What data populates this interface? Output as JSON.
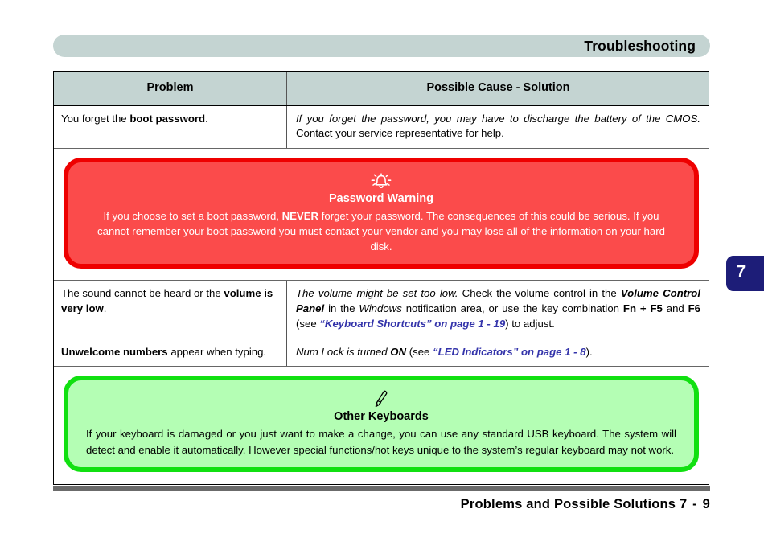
{
  "page": {
    "header_title": "Troubleshooting",
    "chapter_tab_number": "7",
    "footer_title": "Problems and Possible Solutions",
    "footer_page": "7 - 9"
  },
  "colors": {
    "header_bar": "#c4d4d2",
    "chapter_tab": "#1d1d78",
    "warning_border": "#ee0000",
    "warning_fill": "#fb4b4b",
    "note_border": "#11e011",
    "note_fill": "#b4feb4",
    "crossref_link": "#3333aa",
    "footer_rule": "#6b6b6b"
  },
  "table": {
    "columns": {
      "problem": "Problem",
      "solution": "Possible Cause - Solution"
    },
    "rows": [
      {
        "type": "data",
        "problem_parts": [
          {
            "text": "You forget the ",
            "style": "normal"
          },
          {
            "text": "boot password",
            "style": "bold"
          },
          {
            "text": ".",
            "style": "normal"
          }
        ],
        "solution_parts": [
          {
            "text": "If you forget the password, you may have to discharge the battery of the CMOS.",
            "style": "italic"
          },
          {
            "text": " Contact your service representative for help.",
            "style": "normal"
          }
        ]
      },
      {
        "type": "callout",
        "variant": "warning",
        "icon": "alarm-bell-icon",
        "title": "Password Warning",
        "body_parts": [
          {
            "text": "If you choose to set a boot password, ",
            "style": "normal"
          },
          {
            "text": "NEVER",
            "style": "bold"
          },
          {
            "text": " forget your password. The consequences of this could be serious. If you cannot remember your boot password you must contact your vendor and you may lose all of the information on your hard disk.",
            "style": "normal"
          }
        ]
      },
      {
        "type": "data",
        "problem_parts": [
          {
            "text": "The sound cannot be heard or the ",
            "style": "normal"
          },
          {
            "text": "volume is very low",
            "style": "bold"
          },
          {
            "text": ".",
            "style": "normal"
          }
        ],
        "solution_parts": [
          {
            "text": "The volume might be set too low.",
            "style": "italic"
          },
          {
            "text": " Check the volume control in the ",
            "style": "normal"
          },
          {
            "text": "Volume Control Panel",
            "style": "bolditalic"
          },
          {
            "text": " in the ",
            "style": "normal"
          },
          {
            "text": "Windows",
            "style": "italic"
          },
          {
            "text": " notification area, or use the key combination ",
            "style": "normal"
          },
          {
            "text": "Fn + F5",
            "style": "bold"
          },
          {
            "text": " and ",
            "style": "normal"
          },
          {
            "text": "F6",
            "style": "bold"
          },
          {
            "text": " (see ",
            "style": "normal"
          },
          {
            "text": "“Keyboard Shortcuts” on page 1 - 19",
            "style": "xref"
          },
          {
            "text": ") to adjust.",
            "style": "normal"
          }
        ]
      },
      {
        "type": "data",
        "problem_parts": [
          {
            "text": "Unwelcome numbers",
            "style": "bold"
          },
          {
            "text": " appear when typing.",
            "style": "normal"
          }
        ],
        "solution_parts": [
          {
            "text": "Num Lock is turned ",
            "style": "italic"
          },
          {
            "text": "ON",
            "style": "bolditalic"
          },
          {
            "text": " (see ",
            "style": "normal"
          },
          {
            "text": "“LED Indicators” on page 1 - 8",
            "style": "xref"
          },
          {
            "text": ").",
            "style": "normal"
          }
        ]
      },
      {
        "type": "callout",
        "variant": "note",
        "icon": "pen-icon",
        "title": "Other Keyboards",
        "body_parts": [
          {
            "text": "If your keyboard is damaged or you just want to make a change, you can use any standard USB keyboard. The system will detect and enable it automatically. However special functions/hot keys unique to the system’s regular keyboard may not work.",
            "style": "normal"
          }
        ]
      }
    ]
  }
}
